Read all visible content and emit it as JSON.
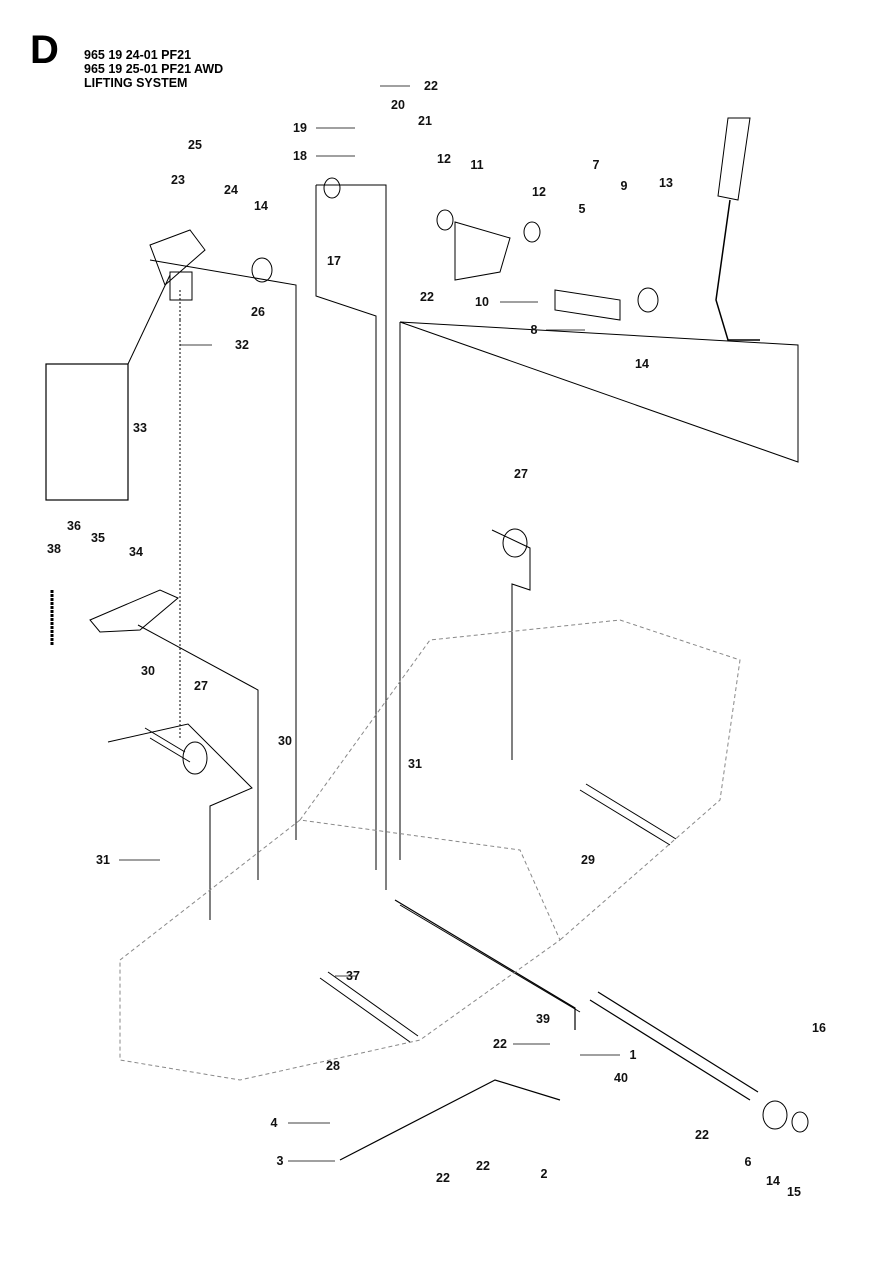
{
  "header": {
    "section_letter": "D",
    "lines": [
      "965 19 24-01 PF21",
      "965 19 25-01 PF21 AWD",
      "LIFTING SYSTEM"
    ]
  },
  "callouts": [
    "22",
    "20",
    "21",
    "19",
    "18",
    "12",
    "11",
    "7",
    "12",
    "9",
    "13",
    "25",
    "23",
    "24",
    "14",
    "17",
    "5",
    "26",
    "22",
    "10",
    "8",
    "14",
    "32",
    "33",
    "27",
    "36",
    "35",
    "34",
    "38",
    "30",
    "27",
    "30",
    "31",
    "29",
    "31",
    "37",
    "39",
    "22",
    "1",
    "28",
    "40",
    "16",
    "4",
    "22",
    "3",
    "22",
    "22",
    "2",
    "6",
    "14",
    "15"
  ]
}
